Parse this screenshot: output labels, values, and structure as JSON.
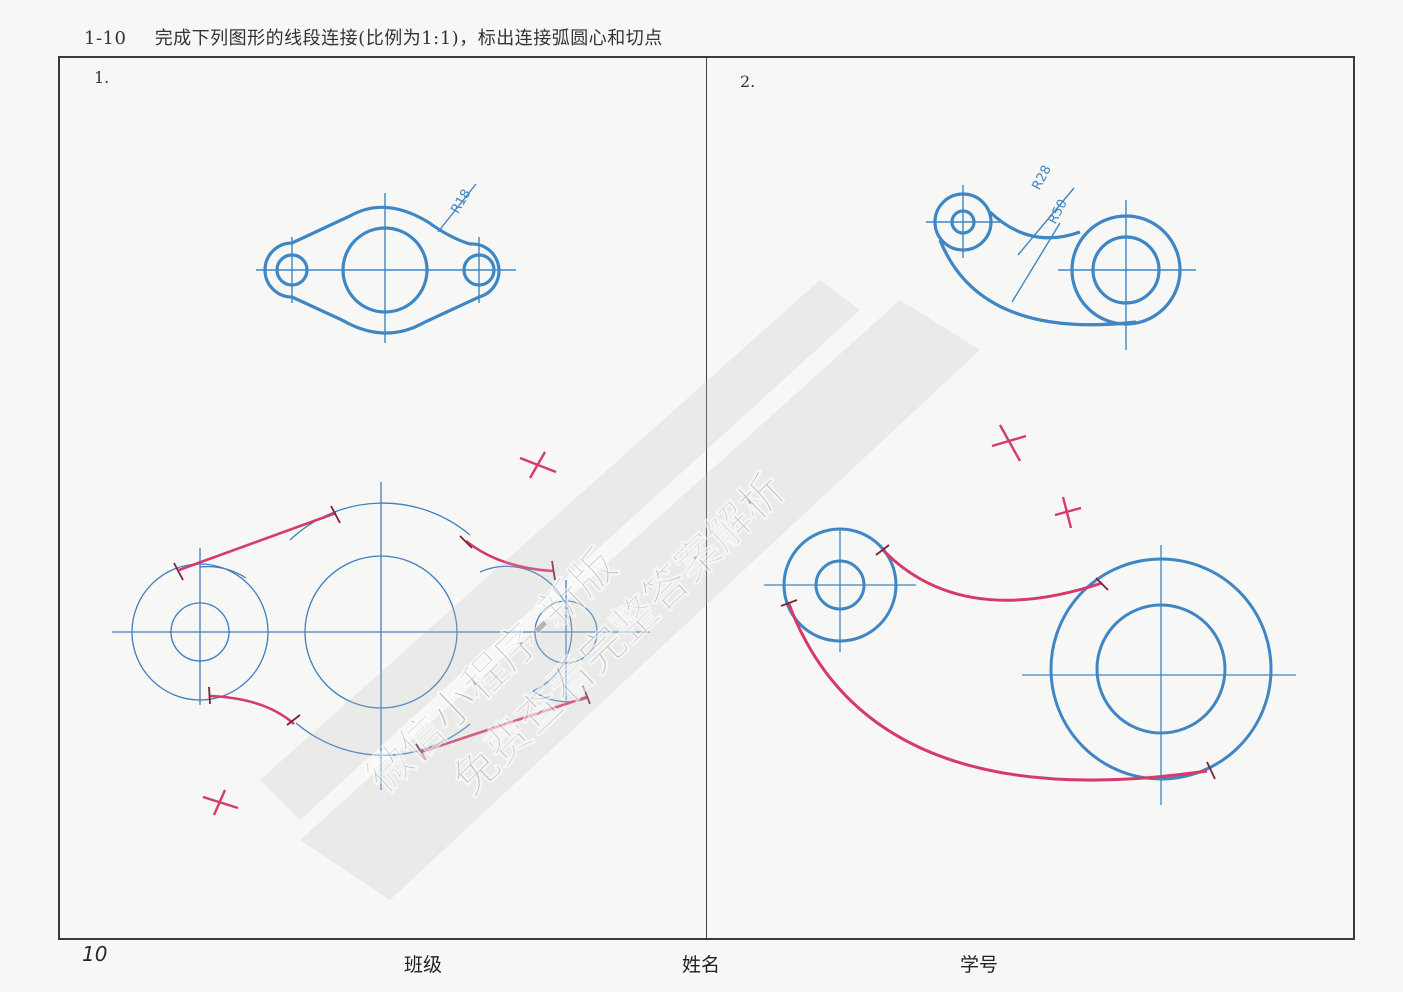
{
  "header": {
    "number": "1-10",
    "title": "完成下列图形的线段连接(比例为1:1)，标出连接弧圆心和切点"
  },
  "panels": [
    {
      "label": "1."
    },
    {
      "label": "2."
    }
  ],
  "dimensions": {
    "r18": "R18",
    "r28": "R28",
    "r50": "R50"
  },
  "footer": {
    "page_number": "10",
    "class_label": "班级",
    "name_label": "姓名",
    "id_label": "学号"
  },
  "watermark": {
    "line1": "微信小程序-新版",
    "line2": "免费查看完整答案解析"
  },
  "colors": {
    "drawing_blue": "#3f86c4",
    "thin_blue": "#3f7fc0",
    "answer_red": "#d63a6a",
    "frame": "#3a3a3a"
  }
}
